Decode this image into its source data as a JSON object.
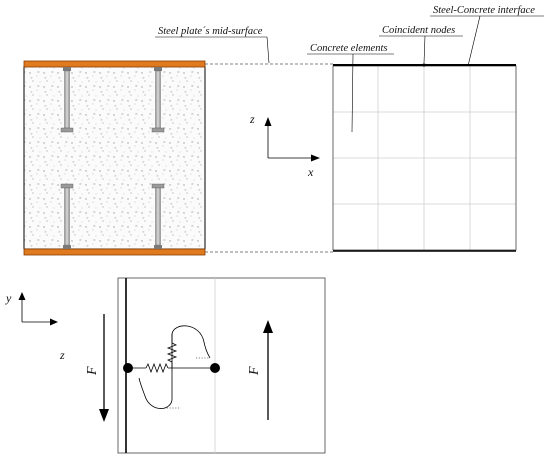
{
  "labels": {
    "steel_mid_surface": "Steel plate´s mid-surface",
    "steel_concrete_interface": "Steel-Concrete interface",
    "coincident_nodes": "Coincident nodes",
    "concrete_elements": "Concrete elements"
  },
  "axes_top": {
    "vertical": "z",
    "horizontal": "x"
  },
  "axes_bottom": {
    "vertical": "y",
    "horizontal": "z"
  },
  "forces": {
    "left": "F",
    "right": "F"
  },
  "colors": {
    "steel_plate": "#e07a1f",
    "steel_plate_edge": "#8a3c00",
    "mesh_line": "#cfcfcf",
    "stud": "#b9b9b9",
    "line": "#000000",
    "concrete_speckle": "#9a9a9a"
  },
  "icons": [
    "arrow-up-icon",
    "arrow-right-icon",
    "node-dot-icon",
    "spring-icon"
  ]
}
